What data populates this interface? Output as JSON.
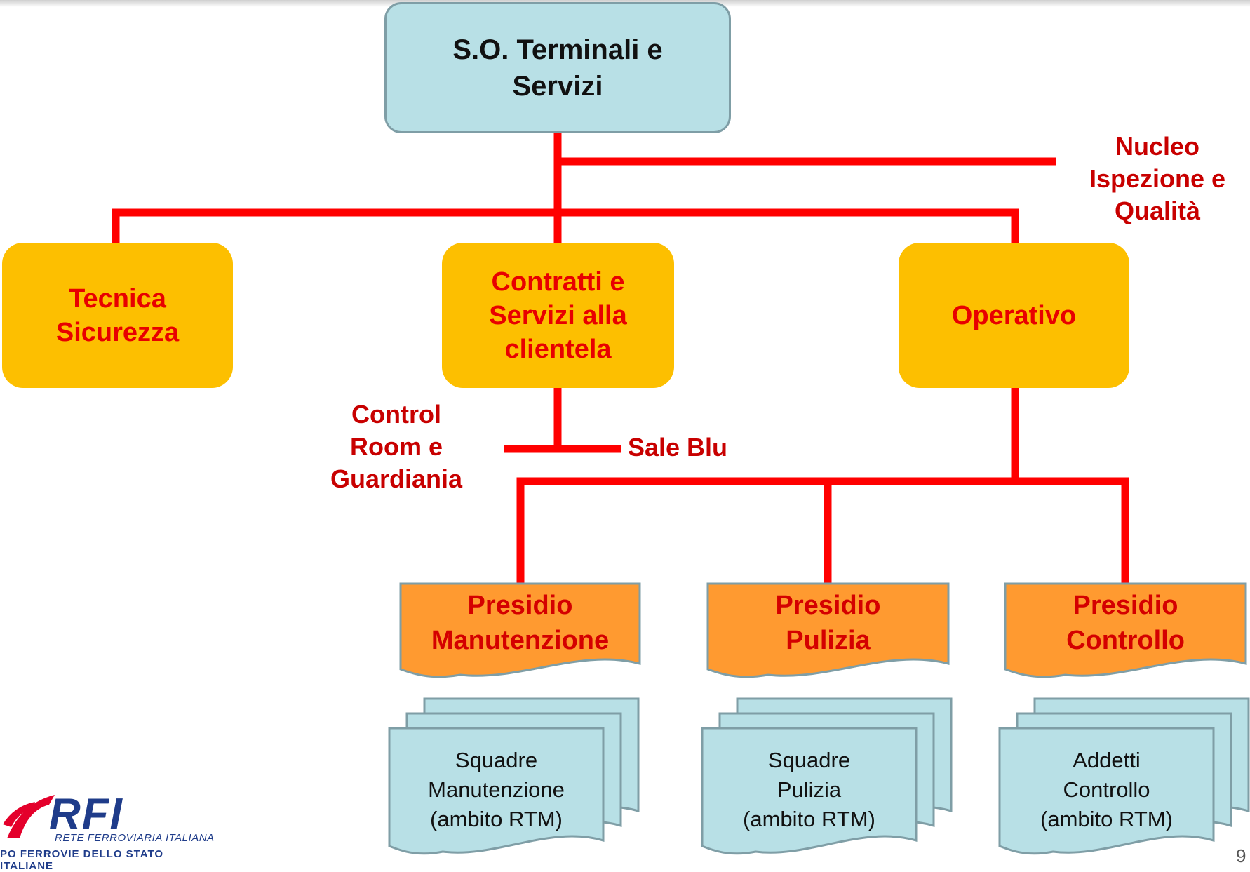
{
  "root": "S.O. Terminali e\nServizi",
  "units": {
    "tecnica": "Tecnica\nSicurezza",
    "contratti": "Contratti e\nServizi alla\nclientela",
    "operativo": "Operativo"
  },
  "side_labels": {
    "nucleo": "Nucleo\nIspezione e\nQualità",
    "control_room": "Control\nRoom e\nGuardiania",
    "sale_blu": "Sale Blu"
  },
  "presidi": [
    "Presidio\nManutenzione",
    "Presidio\nPulizia",
    "Presidio\nControllo"
  ],
  "teams": [
    "Squadre\nManutenzione\n(ambito RTM)",
    "Squadre\nPulizia\n(ambito RTM)",
    "Addetti\nControllo\n(ambito RTM)"
  ],
  "logo": {
    "brand": "RFI",
    "tagline": "RETE FERROVIARIA ITALIANA",
    "group": "PO FERROVIE DELLO STATO ITALIANE"
  },
  "page_number": "9",
  "colors": {
    "connector": "#ff0000",
    "root_fill": "#b8e0e6",
    "unit_fill": "#fdbf00",
    "presidio_fill": "#ff9a30",
    "team_fill": "#b8e0e6",
    "label_text": "#c80000"
  }
}
